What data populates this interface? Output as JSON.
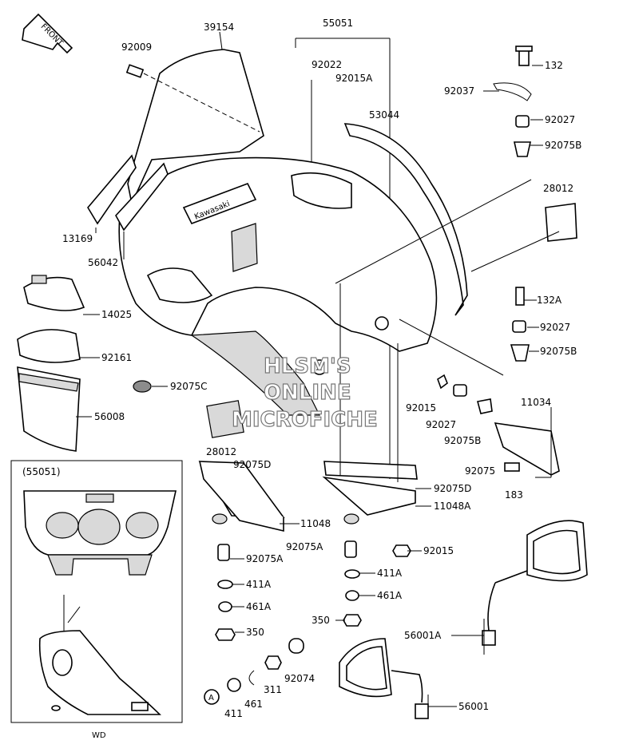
{
  "front_arrow": {
    "label": "FRONT"
  },
  "watermark": {
    "lines": [
      "HLSM'S",
      "ONLINE",
      "MICROFICHE"
    ]
  },
  "brand_text": "Kawasaki",
  "inset": {
    "title": "(55051)",
    "caption": "WD"
  },
  "parts": {
    "p39154": "39154",
    "p55051": "55051",
    "p92009": "92009",
    "p92022": "92022",
    "p92015A_top": "92015A",
    "p53044": "53044",
    "p132": "132",
    "p92037": "92037",
    "p92027_top": "92027",
    "p92075B_top": "92075B",
    "p28012_right": "28012",
    "p13169": "13169",
    "p56042": "56042",
    "p14025": "14025",
    "p92161": "92161",
    "p92075C": "92075C",
    "p56008": "56008",
    "p28012_left": "28012",
    "p132A": "132A",
    "p92027_mid": "92027",
    "p92075B_mid": "92075B",
    "p92015": "92015",
    "p92027_low": "92027",
    "p92075B_low": "92075B",
    "p11034": "11034",
    "p92075": "92075",
    "p183": "183",
    "p92075D_left": "92075D",
    "p92075D_right": "92075D",
    "p11048": "11048",
    "p11048A": "11048A",
    "p92075A_left": "92075A",
    "p92075A_right": "92075A",
    "p92015_low": "92015",
    "p411A_left": "411A",
    "p411A_right": "411A",
    "p461A_left": "461A",
    "p461A_right": "461A",
    "p350_left": "350",
    "p350_right": "350",
    "p56001A": "56001A",
    "p56001": "56001",
    "p92074": "92074",
    "p311": "311",
    "p461": "461",
    "p411": "411",
    "ref_A": "A",
    "ref_A_bottom": "A"
  }
}
